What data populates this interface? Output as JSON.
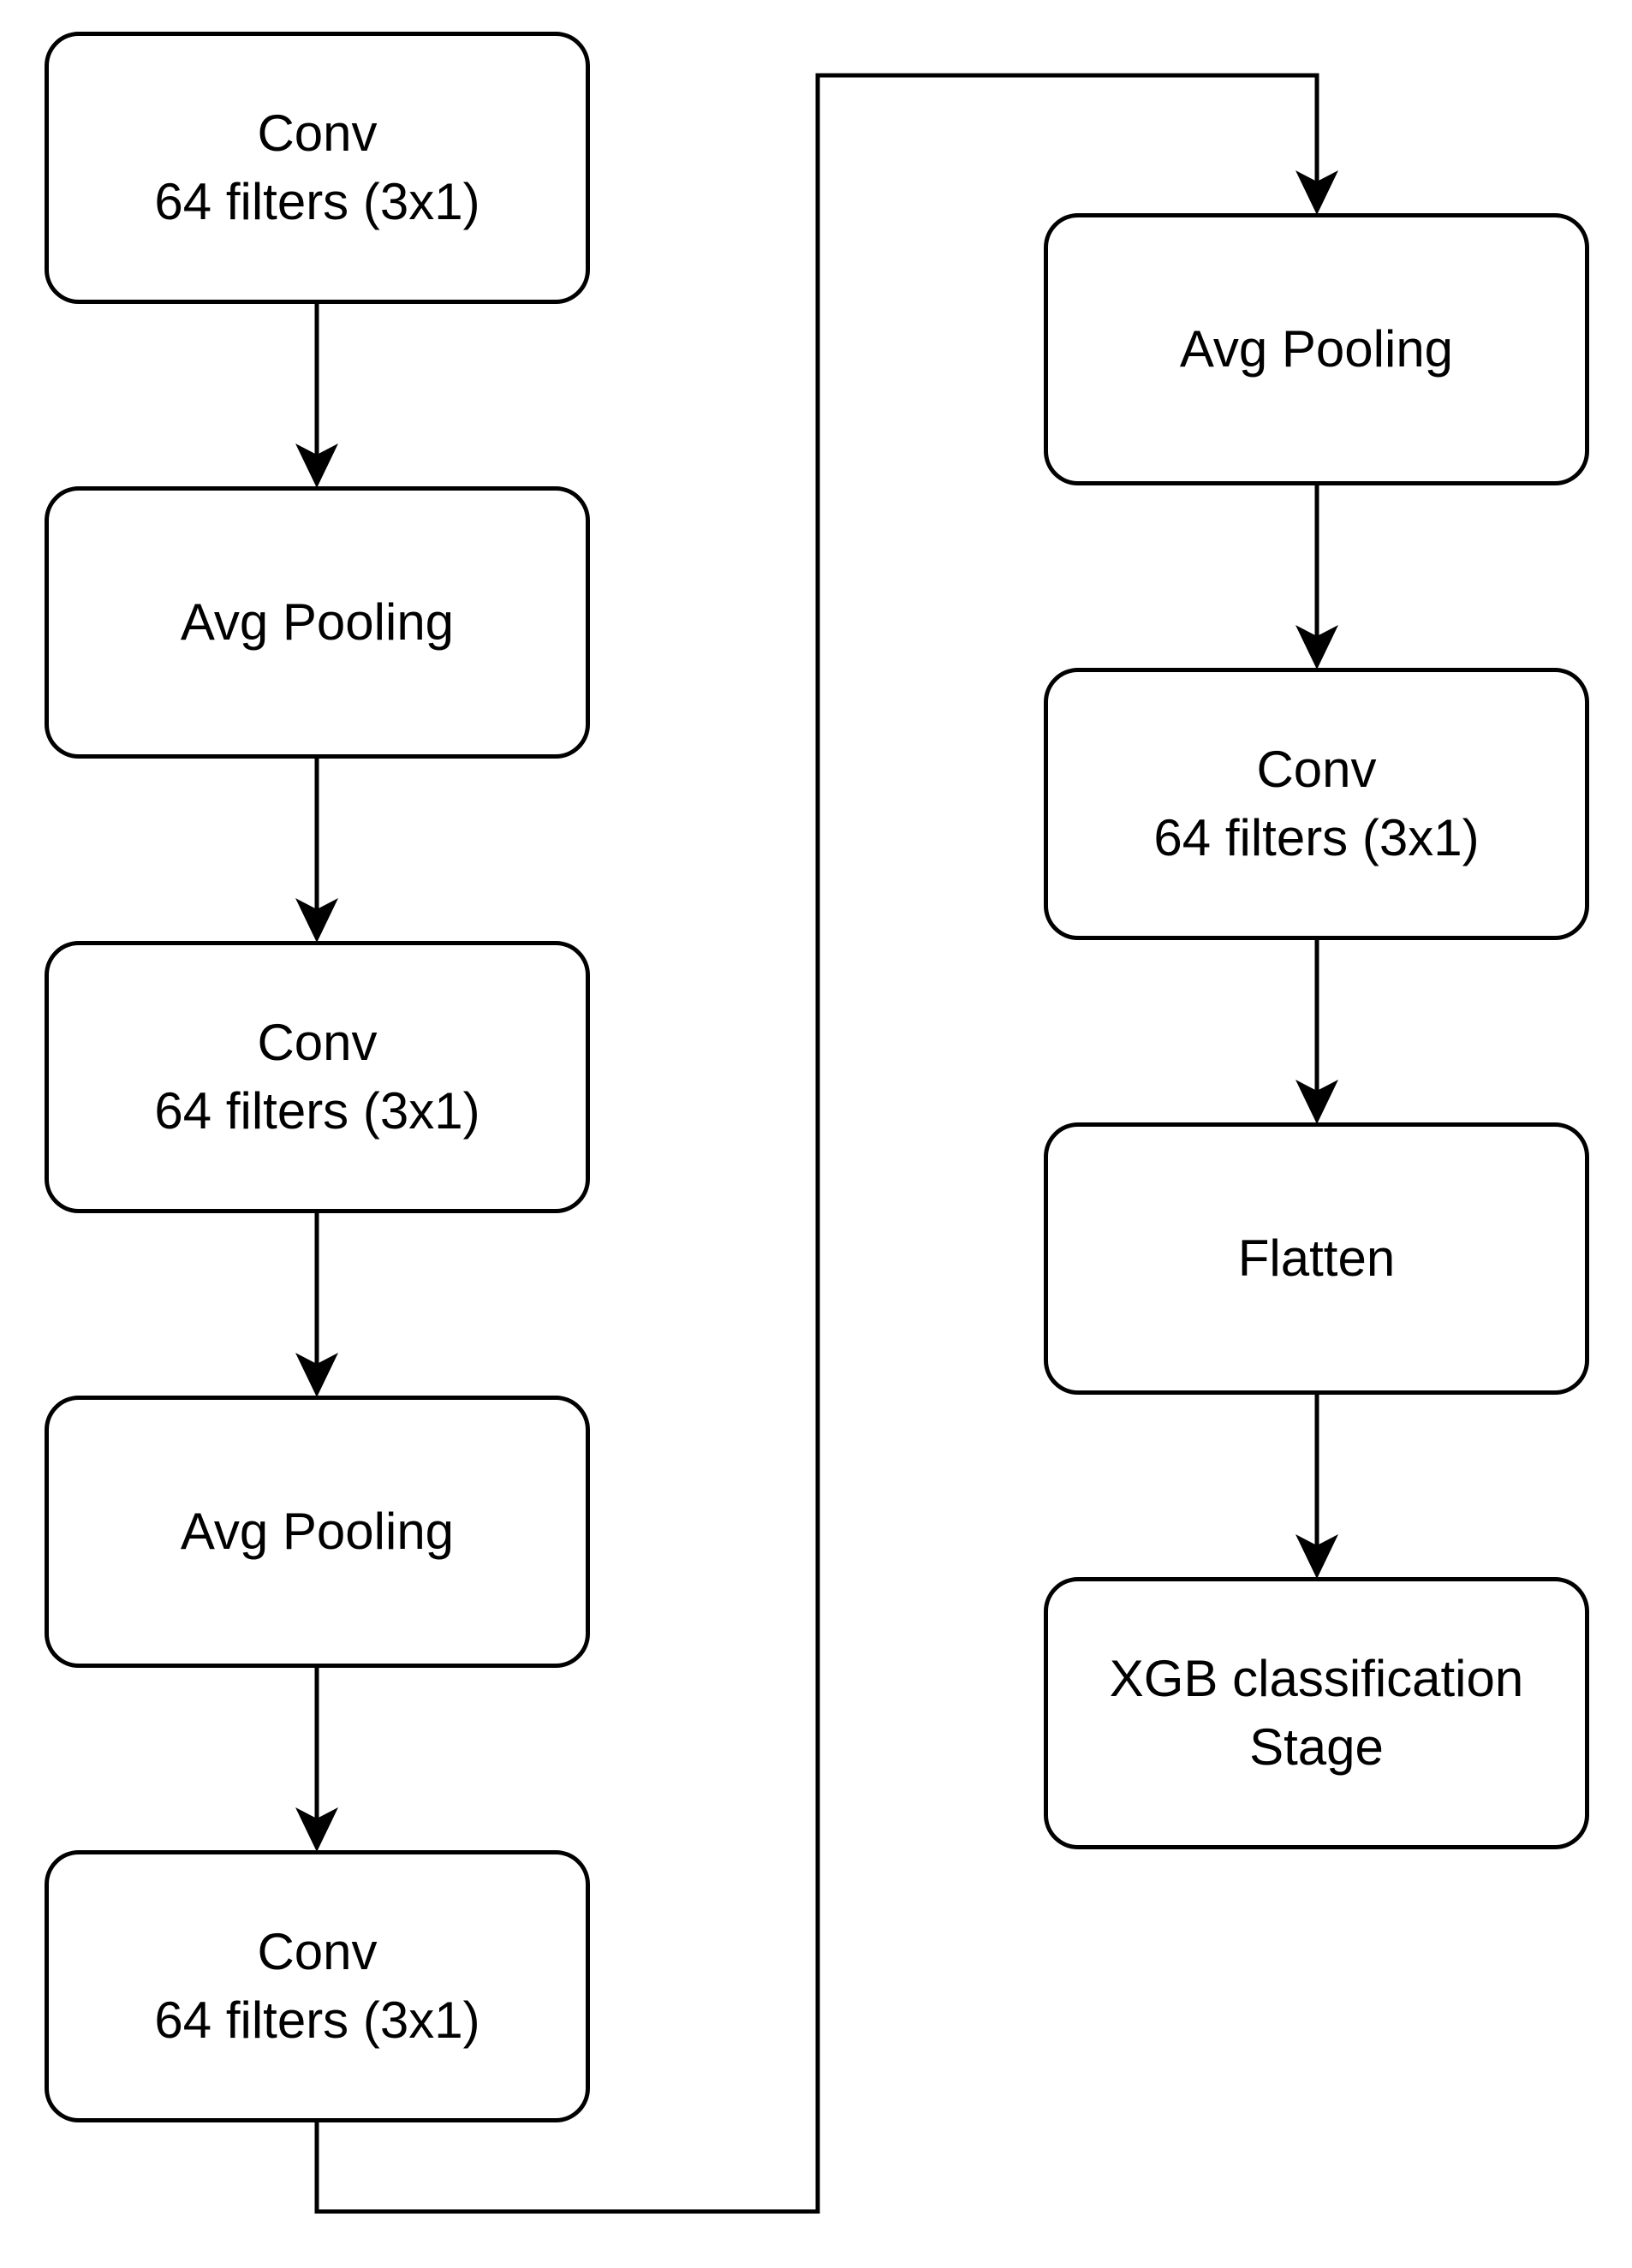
{
  "diagram": {
    "nodes": [
      {
        "id": "n1",
        "lines": [
          "Conv",
          "64 filters (3x1)"
        ]
      },
      {
        "id": "n2",
        "lines": [
          "Avg Pooling"
        ]
      },
      {
        "id": "n3",
        "lines": [
          "Conv",
          "64 filters (3x1)"
        ]
      },
      {
        "id": "n4",
        "lines": [
          "Avg Pooling"
        ]
      },
      {
        "id": "n5",
        "lines": [
          "Conv",
          "64 filters (3x1)"
        ]
      },
      {
        "id": "n6",
        "lines": [
          "Avg Pooling"
        ]
      },
      {
        "id": "n7",
        "lines": [
          "Conv",
          "64 filters (3x1)"
        ]
      },
      {
        "id": "n8",
        "lines": [
          "Flatten"
        ]
      },
      {
        "id": "n9",
        "lines": [
          "XGB classification",
          "Stage"
        ]
      }
    ],
    "edges": [
      {
        "from": "n1",
        "to": "n2"
      },
      {
        "from": "n2",
        "to": "n3"
      },
      {
        "from": "n3",
        "to": "n4"
      },
      {
        "from": "n4",
        "to": "n5"
      },
      {
        "from": "n5",
        "to": "n6"
      },
      {
        "from": "n6",
        "to": "n7"
      },
      {
        "from": "n7",
        "to": "n8"
      },
      {
        "from": "n8",
        "to": "n9"
      }
    ]
  }
}
